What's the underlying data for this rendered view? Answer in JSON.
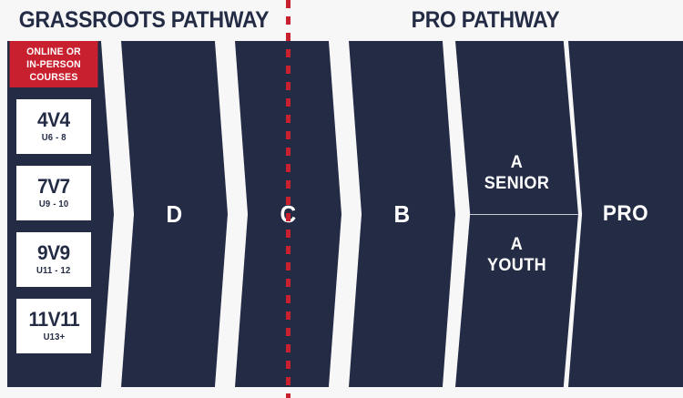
{
  "headers": {
    "grassroots": "GRASSROOTS PATHWAY",
    "pro": "PRO PATHWAY"
  },
  "colors": {
    "navy": "#232b45",
    "red": "#c8202e",
    "background": "#f7f7f8",
    "card": "#ffffff"
  },
  "grassroots": {
    "badge": {
      "line1": "ONLINE OR",
      "line2": "IN-PERSON COURSES"
    },
    "cards": [
      {
        "format": "4V4",
        "age": "U6 - 8"
      },
      {
        "format": "7V7",
        "age": "U9 - 10"
      },
      {
        "format": "9V9",
        "age": "U11 - 12"
      },
      {
        "format": "11V11",
        "age": "U13+"
      }
    ]
  },
  "levels": {
    "d": "D",
    "c": "C",
    "b": "B",
    "a_senior_line1": "A",
    "a_senior_line2": "SENIOR",
    "a_youth_line1": "A",
    "a_youth_line2": "YOUTH",
    "pro": "PRO"
  }
}
